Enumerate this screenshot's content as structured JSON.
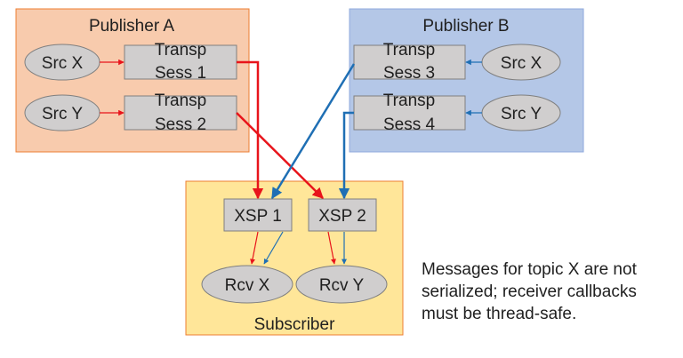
{
  "colors": {
    "publisher_a_fill": "#F8CBAD",
    "publisher_a_stroke": "#ED7D31",
    "publisher_b_fill": "#B4C7E7",
    "publisher_b_stroke": "#8FAADC",
    "subscriber_fill": "#FFE699",
    "subscriber_stroke": "#ED7D31",
    "node_fill": "#D0CECE",
    "node_stroke": "#7F7F7F",
    "flow_red": "#E8141B",
    "flow_blue": "#1F6FB4"
  },
  "publisher_a": {
    "title": "Publisher A",
    "src_x": "Src X",
    "src_y": "Src Y",
    "sess1_line1": "Transp",
    "sess1_line2": "Sess 1",
    "sess2_line1": "Transp",
    "sess2_line2": "Sess 2"
  },
  "publisher_b": {
    "title": "Publisher B",
    "src_x": "Src X",
    "src_y": "Src Y",
    "sess3_line1": "Transp",
    "sess3_line2": "Sess 3",
    "sess4_line1": "Transp",
    "sess4_line2": "Sess 4"
  },
  "subscriber": {
    "title": "Subscriber",
    "xsp1": "XSP 1",
    "xsp2": "XSP 2",
    "rcv_x": "Rcv X",
    "rcv_y": "Rcv Y"
  },
  "note": {
    "line1": "Messages for topic X are not",
    "line2": "serialized; receiver callbacks",
    "line3": "must be thread-safe."
  }
}
